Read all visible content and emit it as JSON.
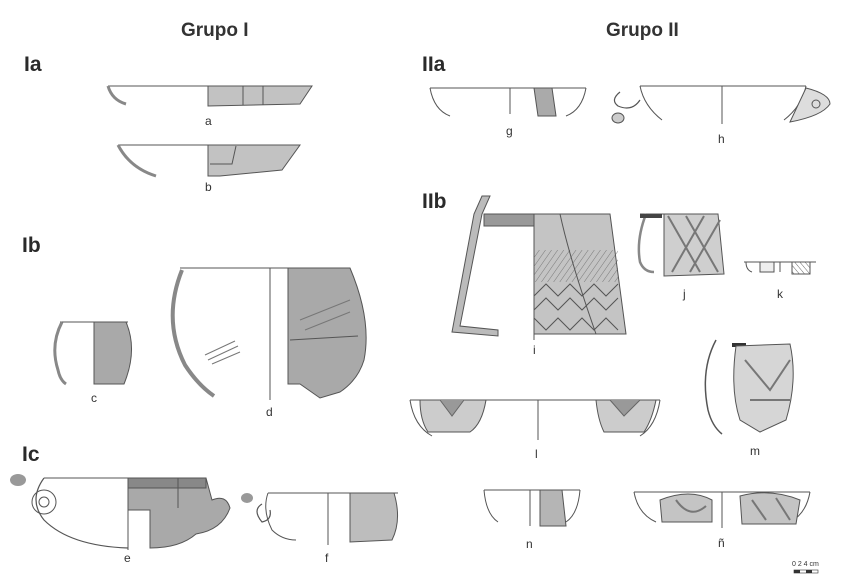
{
  "groups": {
    "g1": "Grupo I",
    "g2": "Grupo II"
  },
  "subgroups": {
    "ia": "Ia",
    "ib": "Ib",
    "ic": "Ic",
    "iia": "IIa",
    "iib": "IIb"
  },
  "labels": {
    "a": "a",
    "b": "b",
    "c": "c",
    "d": "d",
    "e": "e",
    "f": "f",
    "g": "g",
    "h": "h",
    "i": "i",
    "j": "j",
    "k": "k",
    "l": "l",
    "m": "m",
    "n": "n",
    "n_tilde": "ñ"
  },
  "scale": {
    "text": "0 2 4 cm"
  },
  "colors": {
    "sherd_fill": "#b9b9b9",
    "sherd_dark": "#8c8c8c",
    "outline": "#555555",
    "bg": "#ffffff"
  }
}
